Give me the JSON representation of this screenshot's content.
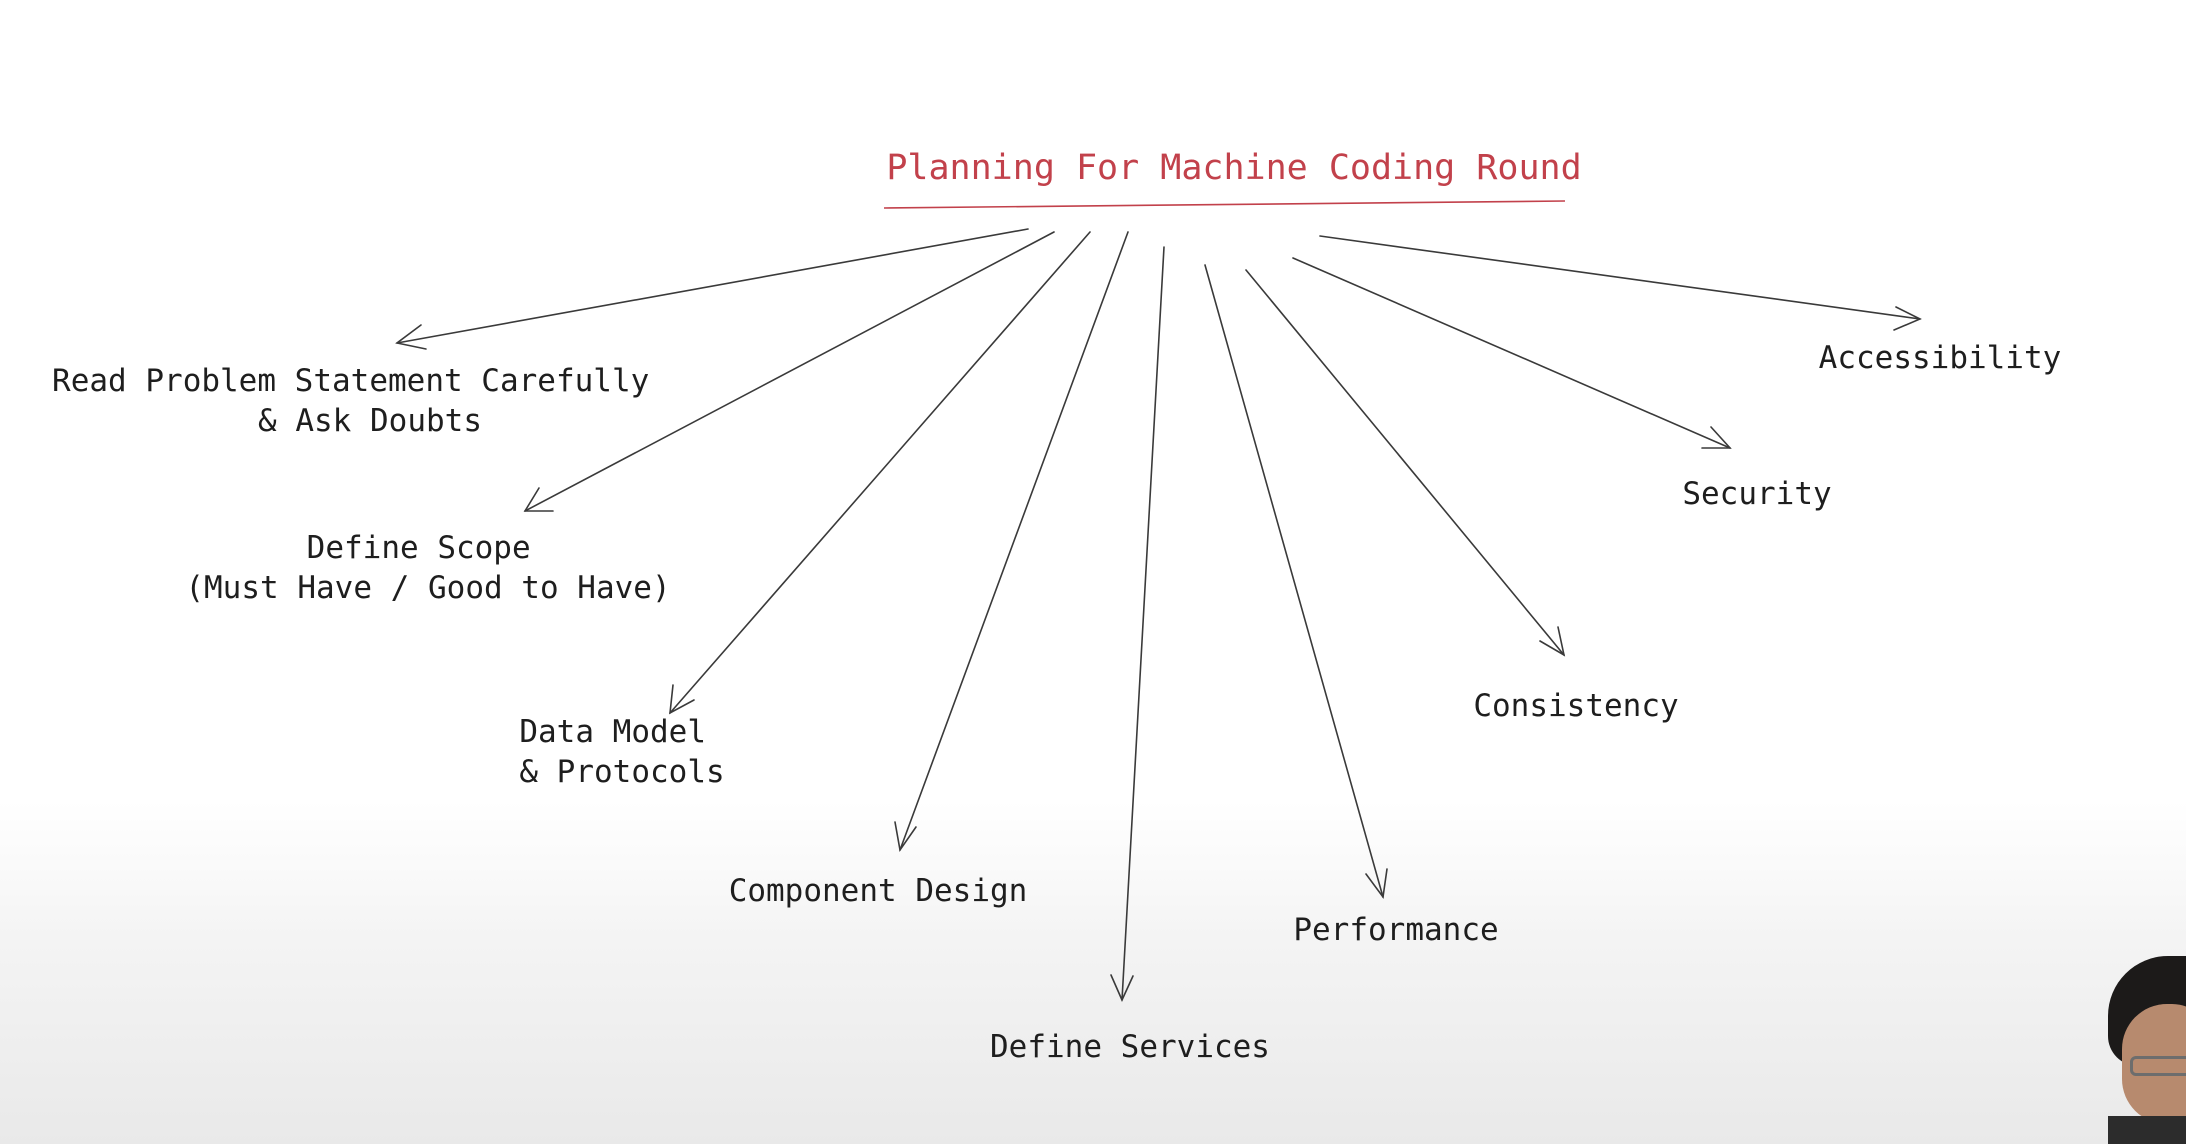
{
  "title": "Planning For Machine Coding Round",
  "nodes": {
    "read_problem": [
      "Read Problem Statement Carefully",
      "& Ask Doubts"
    ],
    "define_scope": [
      "Define Scope",
      "(Must Have / Good to Have)"
    ],
    "data_model": [
      "Data Model",
      "& Protocols"
    ],
    "component_design": [
      "Component Design"
    ],
    "define_services": [
      "Define Services"
    ],
    "performance": [
      "Performance"
    ],
    "consistency": [
      "Consistency"
    ],
    "security": [
      "Security"
    ],
    "accessibility": [
      "Accessibility"
    ]
  },
  "colors": {
    "title": "#c2414b",
    "text": "#1e1e1e",
    "arrow": "#3a3a3a"
  }
}
